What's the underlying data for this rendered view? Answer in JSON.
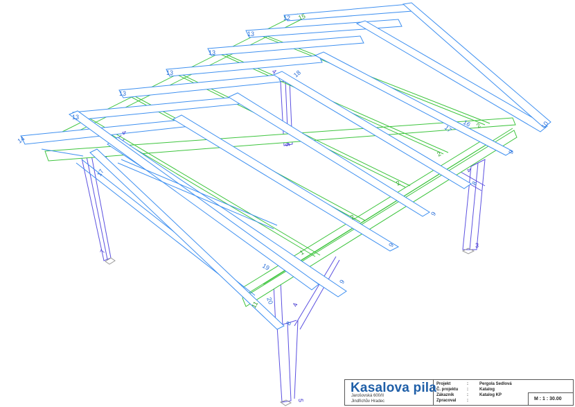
{
  "drawing": {
    "subject": "Pergola sedlová - 3D wireframe of gable roof timber structure",
    "colors": {
      "rafters": "#3d8ff0",
      "purlins": "#3cc43c",
      "posts": "#5a4fe0",
      "footings": "#9a9a9a"
    },
    "labels": {
      "l14": "14",
      "l13a": "13",
      "l13b": "13",
      "l13c": "13",
      "l13d": "13",
      "l13e": "13",
      "l12": "12",
      "l15": "15",
      "l10": "10",
      "l16": "16",
      "l17a": "17",
      "l17b": "17",
      "l18": "18",
      "l19": "19",
      "l20": "20",
      "l11": "11",
      "l4a": "4",
      "l4b": "4",
      "l4c": "4",
      "l4d": "4",
      "l6": "6",
      "l8a": "8",
      "l8b": "8",
      "l9a": "9",
      "l9b": "9",
      "l9c": "9",
      "l9d": "9",
      "l2a": "2",
      "l2b": "2",
      "l2c": "2",
      "l2d": "2",
      "l1": "1",
      "l3": "3",
      "l5": "5",
      "l7": "7"
    }
  },
  "title_block": {
    "company": "Kasalova pila",
    "address_line1": "Jarošovská 600/II",
    "address_line2": "Jindřichův Hradec",
    "rows": [
      {
        "key": "Projekt",
        "sep": ":",
        "value": "Pergola Sedlová"
      },
      {
        "key": "Č. projektu",
        "sep": ":",
        "value": "Katalog"
      },
      {
        "key": "Zákazník",
        "sep": ":",
        "value": "Katalog KP"
      },
      {
        "key": "Zpracoval",
        "sep": ":",
        "value": ""
      }
    ],
    "scale": "M : 1 : 30.00"
  }
}
